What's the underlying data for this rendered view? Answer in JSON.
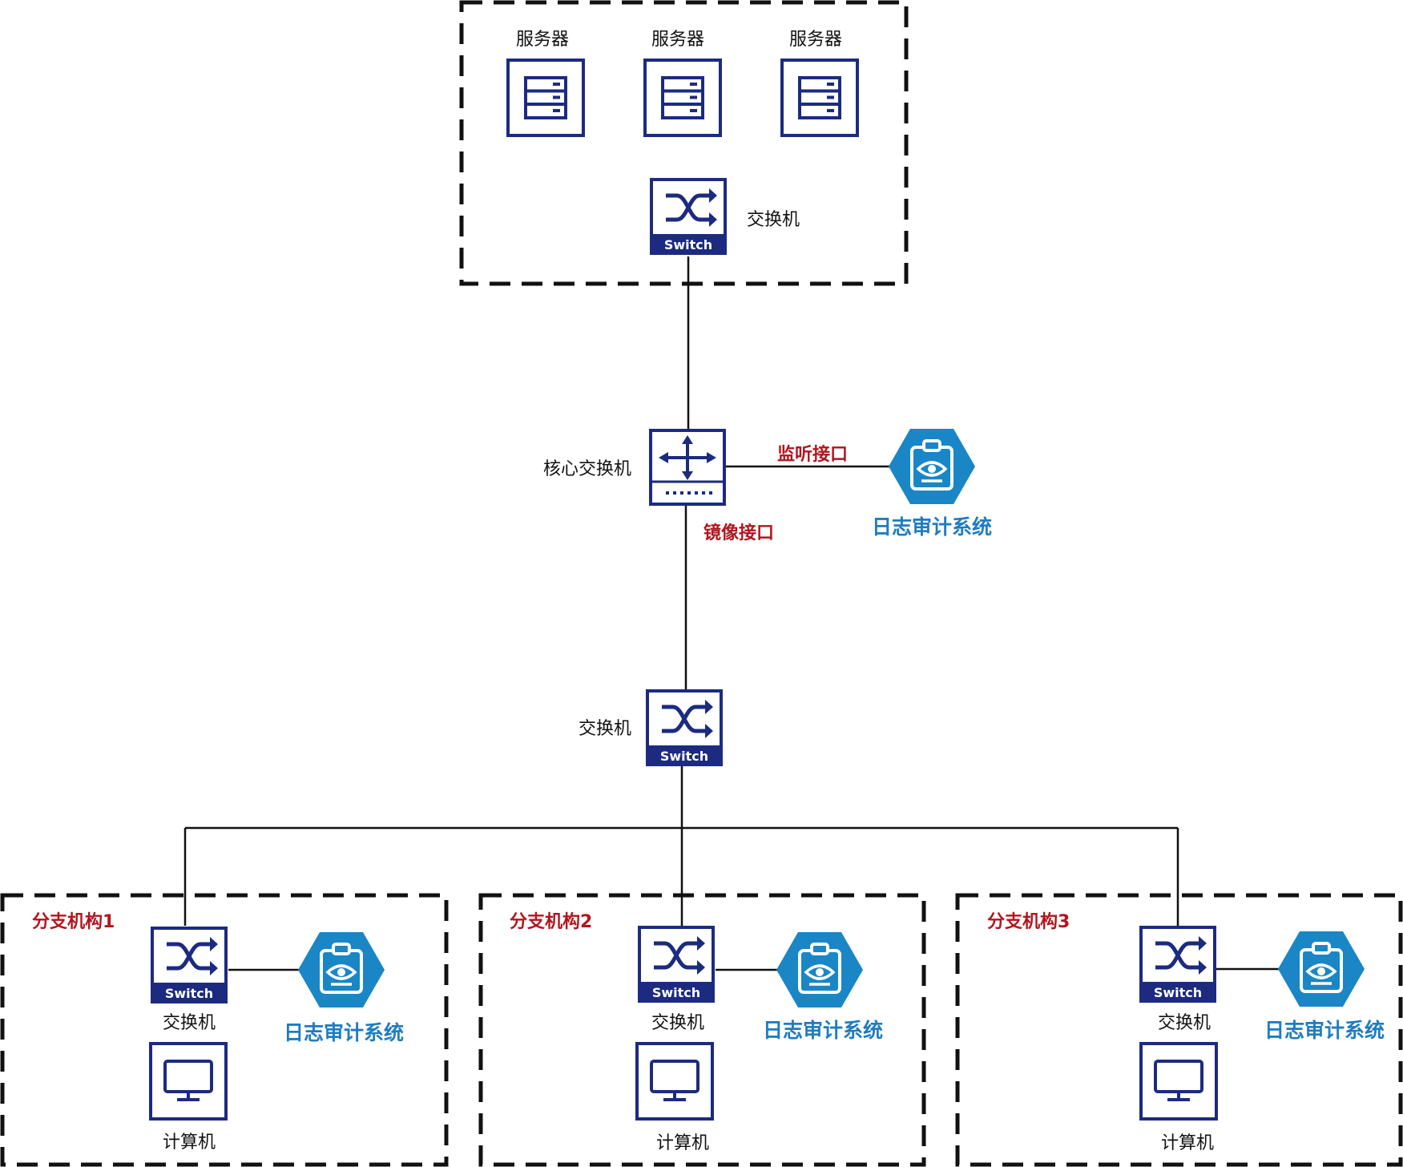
{
  "colors": {
    "device_blue": "#1c2b80",
    "hex_blue": "#1a86c6",
    "label_red": "#b0161e",
    "label_blue": "#1f7cc0",
    "line": "#111111"
  },
  "server_zone": {
    "servers": [
      {
        "label": "服务器",
        "icon": "server-icon"
      },
      {
        "label": "服务器",
        "icon": "server-icon"
      },
      {
        "label": "服务器",
        "icon": "server-icon"
      }
    ],
    "switch": {
      "label": "交换机",
      "badge": "Switch",
      "icon": "switch-icon"
    }
  },
  "core": {
    "label": "核心交换机",
    "icon": "core-switch-icon",
    "mirror_port_label": "镜像接口",
    "listen_port_label": "监听接口",
    "audit_label": "日志审计系统"
  },
  "aggregation_switch": {
    "label": "交换机",
    "badge": "Switch",
    "icon": "switch-icon"
  },
  "branches": [
    {
      "title": "分支机构1",
      "switch_label": "交换机",
      "switch_badge": "Switch",
      "audit_label": "日志审计系统",
      "computer_label": "计算机"
    },
    {
      "title": "分支机构2",
      "switch_label": "交换机",
      "switch_badge": "Switch",
      "audit_label": "日志审计系统",
      "computer_label": "计算机"
    },
    {
      "title": "分支机构3",
      "switch_label": "交换机",
      "switch_badge": "Switch",
      "audit_label": "日志审计系统",
      "computer_label": "计算机"
    }
  ]
}
